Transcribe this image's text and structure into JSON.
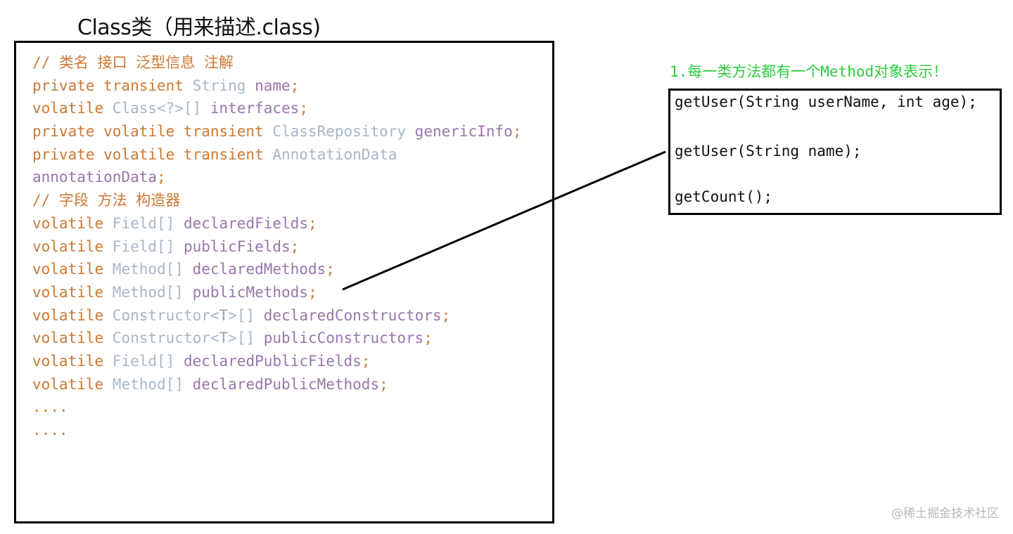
{
  "title": "Class类（用来描述.class)",
  "code": {
    "lines": [
      [
        {
          "t": "// 类名 接口 泛型信息 注解",
          "c": "comment"
        }
      ],
      [
        {
          "t": "private transient ",
          "c": "kw"
        },
        {
          "t": "String ",
          "c": "type"
        },
        {
          "t": "name",
          "c": "field"
        },
        {
          "t": ";",
          "c": "punct"
        }
      ],
      [
        {
          "t": "volatile ",
          "c": "kw"
        },
        {
          "t": "Class<?>[] ",
          "c": "type"
        },
        {
          "t": "interfaces",
          "c": "field"
        },
        {
          "t": ";",
          "c": "punct"
        }
      ],
      [
        {
          "t": "private volatile transient ",
          "c": "kw"
        },
        {
          "t": "ClassRepository ",
          "c": "type"
        },
        {
          "t": "genericInfo",
          "c": "field"
        },
        {
          "t": ";",
          "c": "punct"
        }
      ],
      [
        {
          "t": "private volatile transient ",
          "c": "kw"
        },
        {
          "t": "AnnotationData",
          "c": "type"
        }
      ],
      [
        {
          "t": "annotationData",
          "c": "field"
        },
        {
          "t": ";",
          "c": "punct"
        }
      ],
      [
        {
          "t": "// 字段 方法 构造器",
          "c": "comment"
        }
      ],
      [
        {
          "t": "volatile ",
          "c": "kw"
        },
        {
          "t": "Field[] ",
          "c": "type"
        },
        {
          "t": "declaredFields",
          "c": "field"
        },
        {
          "t": ";",
          "c": "punct"
        }
      ],
      [
        {
          "t": "volatile ",
          "c": "kw"
        },
        {
          "t": "Field[] ",
          "c": "type"
        },
        {
          "t": "publicFields",
          "c": "field"
        },
        {
          "t": ";",
          "c": "punct"
        }
      ],
      [
        {
          "t": "volatile ",
          "c": "kw"
        },
        {
          "t": "Method[] ",
          "c": "type"
        },
        {
          "t": "declaredMethods",
          "c": "field"
        },
        {
          "t": ";",
          "c": "punct"
        }
      ],
      [
        {
          "t": "volatile ",
          "c": "kw"
        },
        {
          "t": "Method[] ",
          "c": "type"
        },
        {
          "t": "publicMethods",
          "c": "field"
        },
        {
          "t": ";",
          "c": "punct"
        }
      ],
      [
        {
          "t": "volatile ",
          "c": "kw"
        },
        {
          "t": "Constructor<",
          "c": "type"
        },
        {
          "t": "T",
          "c": "type-dark"
        },
        {
          "t": ">[] ",
          "c": "type"
        },
        {
          "t": "declaredConstructors",
          "c": "field"
        },
        {
          "t": ";",
          "c": "punct"
        }
      ],
      [
        {
          "t": "volatile ",
          "c": "kw"
        },
        {
          "t": "Constructor<",
          "c": "type"
        },
        {
          "t": "T",
          "c": "type-dark"
        },
        {
          "t": ">[] ",
          "c": "type"
        },
        {
          "t": "publicConstructors",
          "c": "field"
        },
        {
          "t": ";",
          "c": "punct"
        }
      ],
      [
        {
          "t": "volatile ",
          "c": "kw"
        },
        {
          "t": "Field[] ",
          "c": "type"
        },
        {
          "t": "declaredPublicFields",
          "c": "field"
        },
        {
          "t": ";",
          "c": "punct"
        }
      ],
      [
        {
          "t": "volatile ",
          "c": "kw"
        },
        {
          "t": "Method[] ",
          "c": "type"
        },
        {
          "t": "declaredPublicMethods",
          "c": "field"
        },
        {
          "t": ";",
          "c": "punct"
        }
      ],
      [
        {
          "t": "....",
          "c": "kw"
        }
      ],
      [
        {
          "t": "....",
          "c": "kw"
        }
      ]
    ]
  },
  "note": "1.每一类方法都有一个Method对象表示！",
  "methods": [
    "getUser(String userName, int age);",
    "getUser(String name);",
    "getCount();"
  ],
  "watermark": "@稀土掘金技术社区",
  "colors": {
    "keyword": "#cc7832",
    "type": "#a9b7c6",
    "field": "#9876aa",
    "note": "#2ecc40",
    "border": "#000000"
  }
}
